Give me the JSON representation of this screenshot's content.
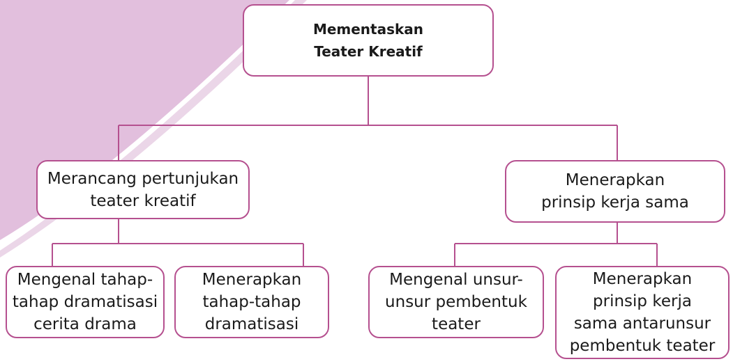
{
  "diagram": {
    "root": {
      "label": "Mementaskan\nTeater Kreatif"
    },
    "left": {
      "label": "Merancang pertunjukan\nteater kreatif"
    },
    "right": {
      "label": "Menerapkan\nprinsip kerja sama"
    },
    "left_children": [
      {
        "label": "Mengenal tahap-\ntahap dramatisasi\ncerita drama"
      },
      {
        "label": "Menerapkan\ntahap-tahap\ndramatisasi"
      }
    ],
    "right_children": [
      {
        "label": "Mengenal unsur-\nunsur pembentuk\nteater"
      },
      {
        "label": "Menerapkan\nprinsip kerja\nsama antarunsur\npembentuk teater"
      }
    ]
  },
  "colors": {
    "box_border": "#b5508f",
    "connector": "#b5508f",
    "decor_fill": "#e2bfdd",
    "decor_stripe": "#ebd6e8"
  }
}
